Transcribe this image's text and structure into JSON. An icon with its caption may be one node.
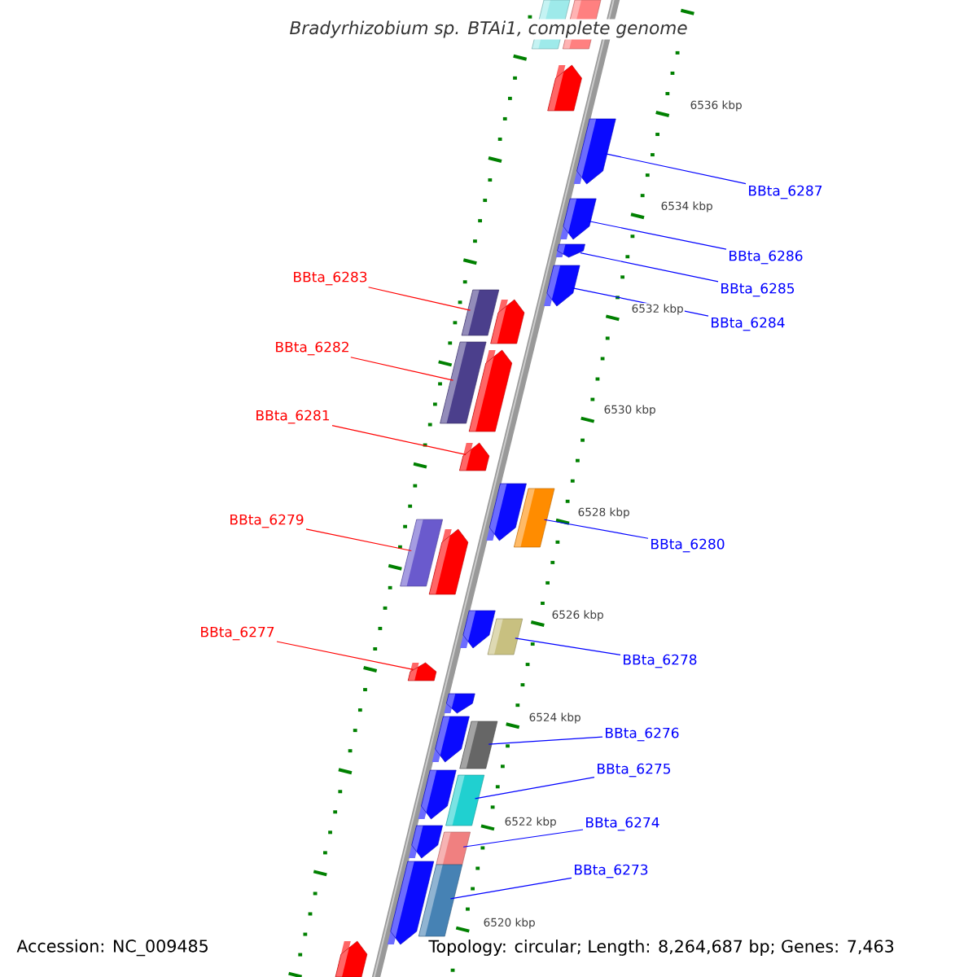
{
  "diagram": {
    "title": "Bradyrhizobium sp. BTAi1, complete genome",
    "nodes": [
      {
        "text": [
          "BBta_6287"
        ]
      },
      {
        "text": [
          "BBta_6286"
        ]
      },
      {
        "text": [
          "BBta_6285"
        ]
      },
      {
        "text": [
          "BBta_6284"
        ]
      },
      {
        "text": [
          "BBta_6283"
        ]
      },
      {
        "text": [
          "BBta_6282"
        ]
      },
      {
        "text": [
          "BBta_6281"
        ]
      },
      {
        "text": [
          "BBta_6280"
        ]
      },
      {
        "text": [
          "BBta_6279"
        ]
      },
      {
        "text": [
          "BBta_6278"
        ]
      },
      {
        "text": [
          "BBta_6277"
        ]
      },
      {
        "text": [
          "BBta_6276"
        ]
      },
      {
        "text": [
          "BBta_6275"
        ]
      },
      {
        "text": [
          "BBta_6274"
        ]
      },
      {
        "text": [
          "BBta_6273"
        ]
      },
      {
        "text": [],
        "shape": "box"
      },
      {
        "text": [],
        "shape": "box"
      },
      {
        "text": [],
        "shape": "box"
      },
      {
        "text": [],
        "shape": "box"
      },
      {
        "text": [],
        "shape": "box"
      },
      {
        "text": [],
        "shape": "box"
      },
      {
        "text": [],
        "shape": "box"
      },
      {
        "text": [],
        "shape": "box"
      },
      {
        "text": [],
        "shape": "box"
      },
      {
        "text": [],
        "shape": "box"
      },
      {
        "text": [],
        "shape": "box"
      },
      {
        "text": [],
        "shape": "box"
      },
      {
        "text": [],
        "shape": "box"
      },
      {
        "text": [],
        "shape": "box"
      },
      {
        "text": [],
        "shape": "box"
      },
      {
        "text": [],
        "shape": "box"
      },
      {
        "text": [],
        "shape": "box"
      },
      {
        "text": [],
        "shape": "box"
      },
      {
        "text": [],
        "shape": "box"
      },
      {
        "text": [],
        "shape": "box"
      },
      {
        "text": [],
        "shape": "box"
      },
      {
        "text": [],
        "shape": "box"
      },
      {
        "text": [],
        "shape": "box"
      },
      {
        "text": [],
        "shape": "box"
      },
      {
        "text": [],
        "shape": "box"
      },
      {
        "text": [],
        "shape": "box"
      },
      {
        "text": [],
        "shape": "box"
      },
      {
        "text": [],
        "shape": "box"
      },
      {
        "text": [],
        "shape": "box"
      }
    ],
    "edges": [
      {
        "from": 0,
        "to": 15,
        "arrow": "none",
        "color": "#0000ff"
      },
      {
        "from": 1,
        "to": 16,
        "arrow": "none",
        "color": "#0000ff"
      },
      {
        "from": 2,
        "to": 17,
        "arrow": "none",
        "color": "#0000ff"
      },
      {
        "from": 3,
        "to": 18,
        "arrow": "none",
        "color": "#0000ff"
      },
      {
        "from": 4,
        "to": 19,
        "arrow": "none",
        "color": "#ff0000"
      },
      {
        "from": 5,
        "to": 20,
        "arrow": "none",
        "color": "#ff0000"
      },
      {
        "from": 6,
        "to": 21,
        "arrow": "none",
        "color": "#ff0000"
      },
      {
        "from": 7,
        "to": 22,
        "arrow": "none",
        "color": "#0000ff"
      },
      {
        "from": 8,
        "to": 23,
        "arrow": "none",
        "color": "#ff0000"
      },
      {
        "from": 9,
        "to": 24,
        "arrow": "none",
        "color": "#0000ff"
      },
      {
        "from": 10,
        "to": 25,
        "arrow": "none",
        "color": "#ff0000"
      },
      {
        "from": 11,
        "to": 26,
        "arrow": "none",
        "color": "#0000ff"
      },
      {
        "from": 12,
        "to": 27,
        "arrow": "none",
        "color": "#0000ff"
      },
      {
        "from": 13,
        "to": 28,
        "arrow": "none",
        "color": "#0000ff"
      },
      {
        "from": 14,
        "to": 29,
        "arrow": "none",
        "color": "#0000ff"
      }
    ],
    "labels": [
      "6536 kbp",
      "6534 kbp",
      "6532 kbp",
      "6530 kbp",
      "6528 kbp",
      "6526 kbp",
      "6524 kbp",
      "6522 kbp",
      "6520 kbp",
      "Accession: NC_009485",
      "Topology: circular; Length: 8,264,687 bp; Genes: 7,463"
    ]
  }
}
